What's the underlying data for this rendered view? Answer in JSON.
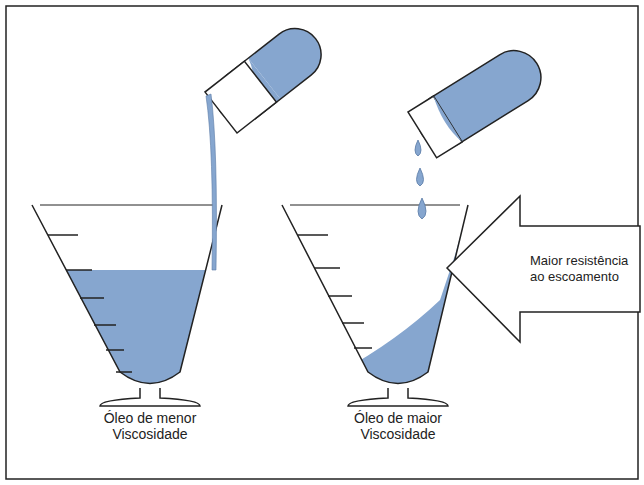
{
  "diagram": {
    "nodes": [
      {
        "text": [
          "Maior resistência ao escoamento"
        ]
      }
    ],
    "labels": [
      "Óleo de menor Viscosidade",
      "Óleo de maior Viscosidade"
    ]
  }
}
